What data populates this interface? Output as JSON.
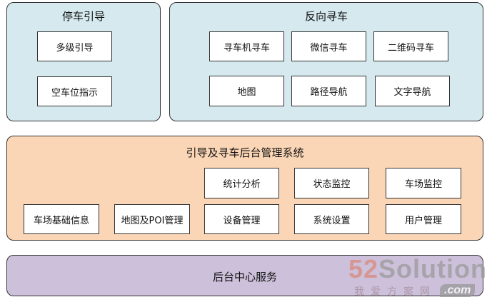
{
  "parking_guidance": {
    "title": "停车引导",
    "items": [
      "多级引导",
      "空车位指示"
    ]
  },
  "reverse_search": {
    "title": "反向寻车",
    "items": [
      "寻车机寻车",
      "微信寻车",
      "二维码寻车",
      "地图",
      "路径导航",
      "文字导航"
    ]
  },
  "backend": {
    "title": "引导及寻车后台管理系统",
    "items": [
      "统计分析",
      "状态监控",
      "车场监控",
      "车场基础信息",
      "地图及POI管理",
      "设备管理",
      "系统设置",
      "用户管理"
    ]
  },
  "center": {
    "title": "后台中心服务"
  },
  "watermark": {
    "brand_num": "52",
    "brand_word": "Solution",
    "cn": "我爱方案网",
    "domain": ".com"
  },
  "colors": {
    "blue": "#d5e9ef",
    "peach": "#fbd6b6",
    "lavender": "#cdc0da"
  }
}
